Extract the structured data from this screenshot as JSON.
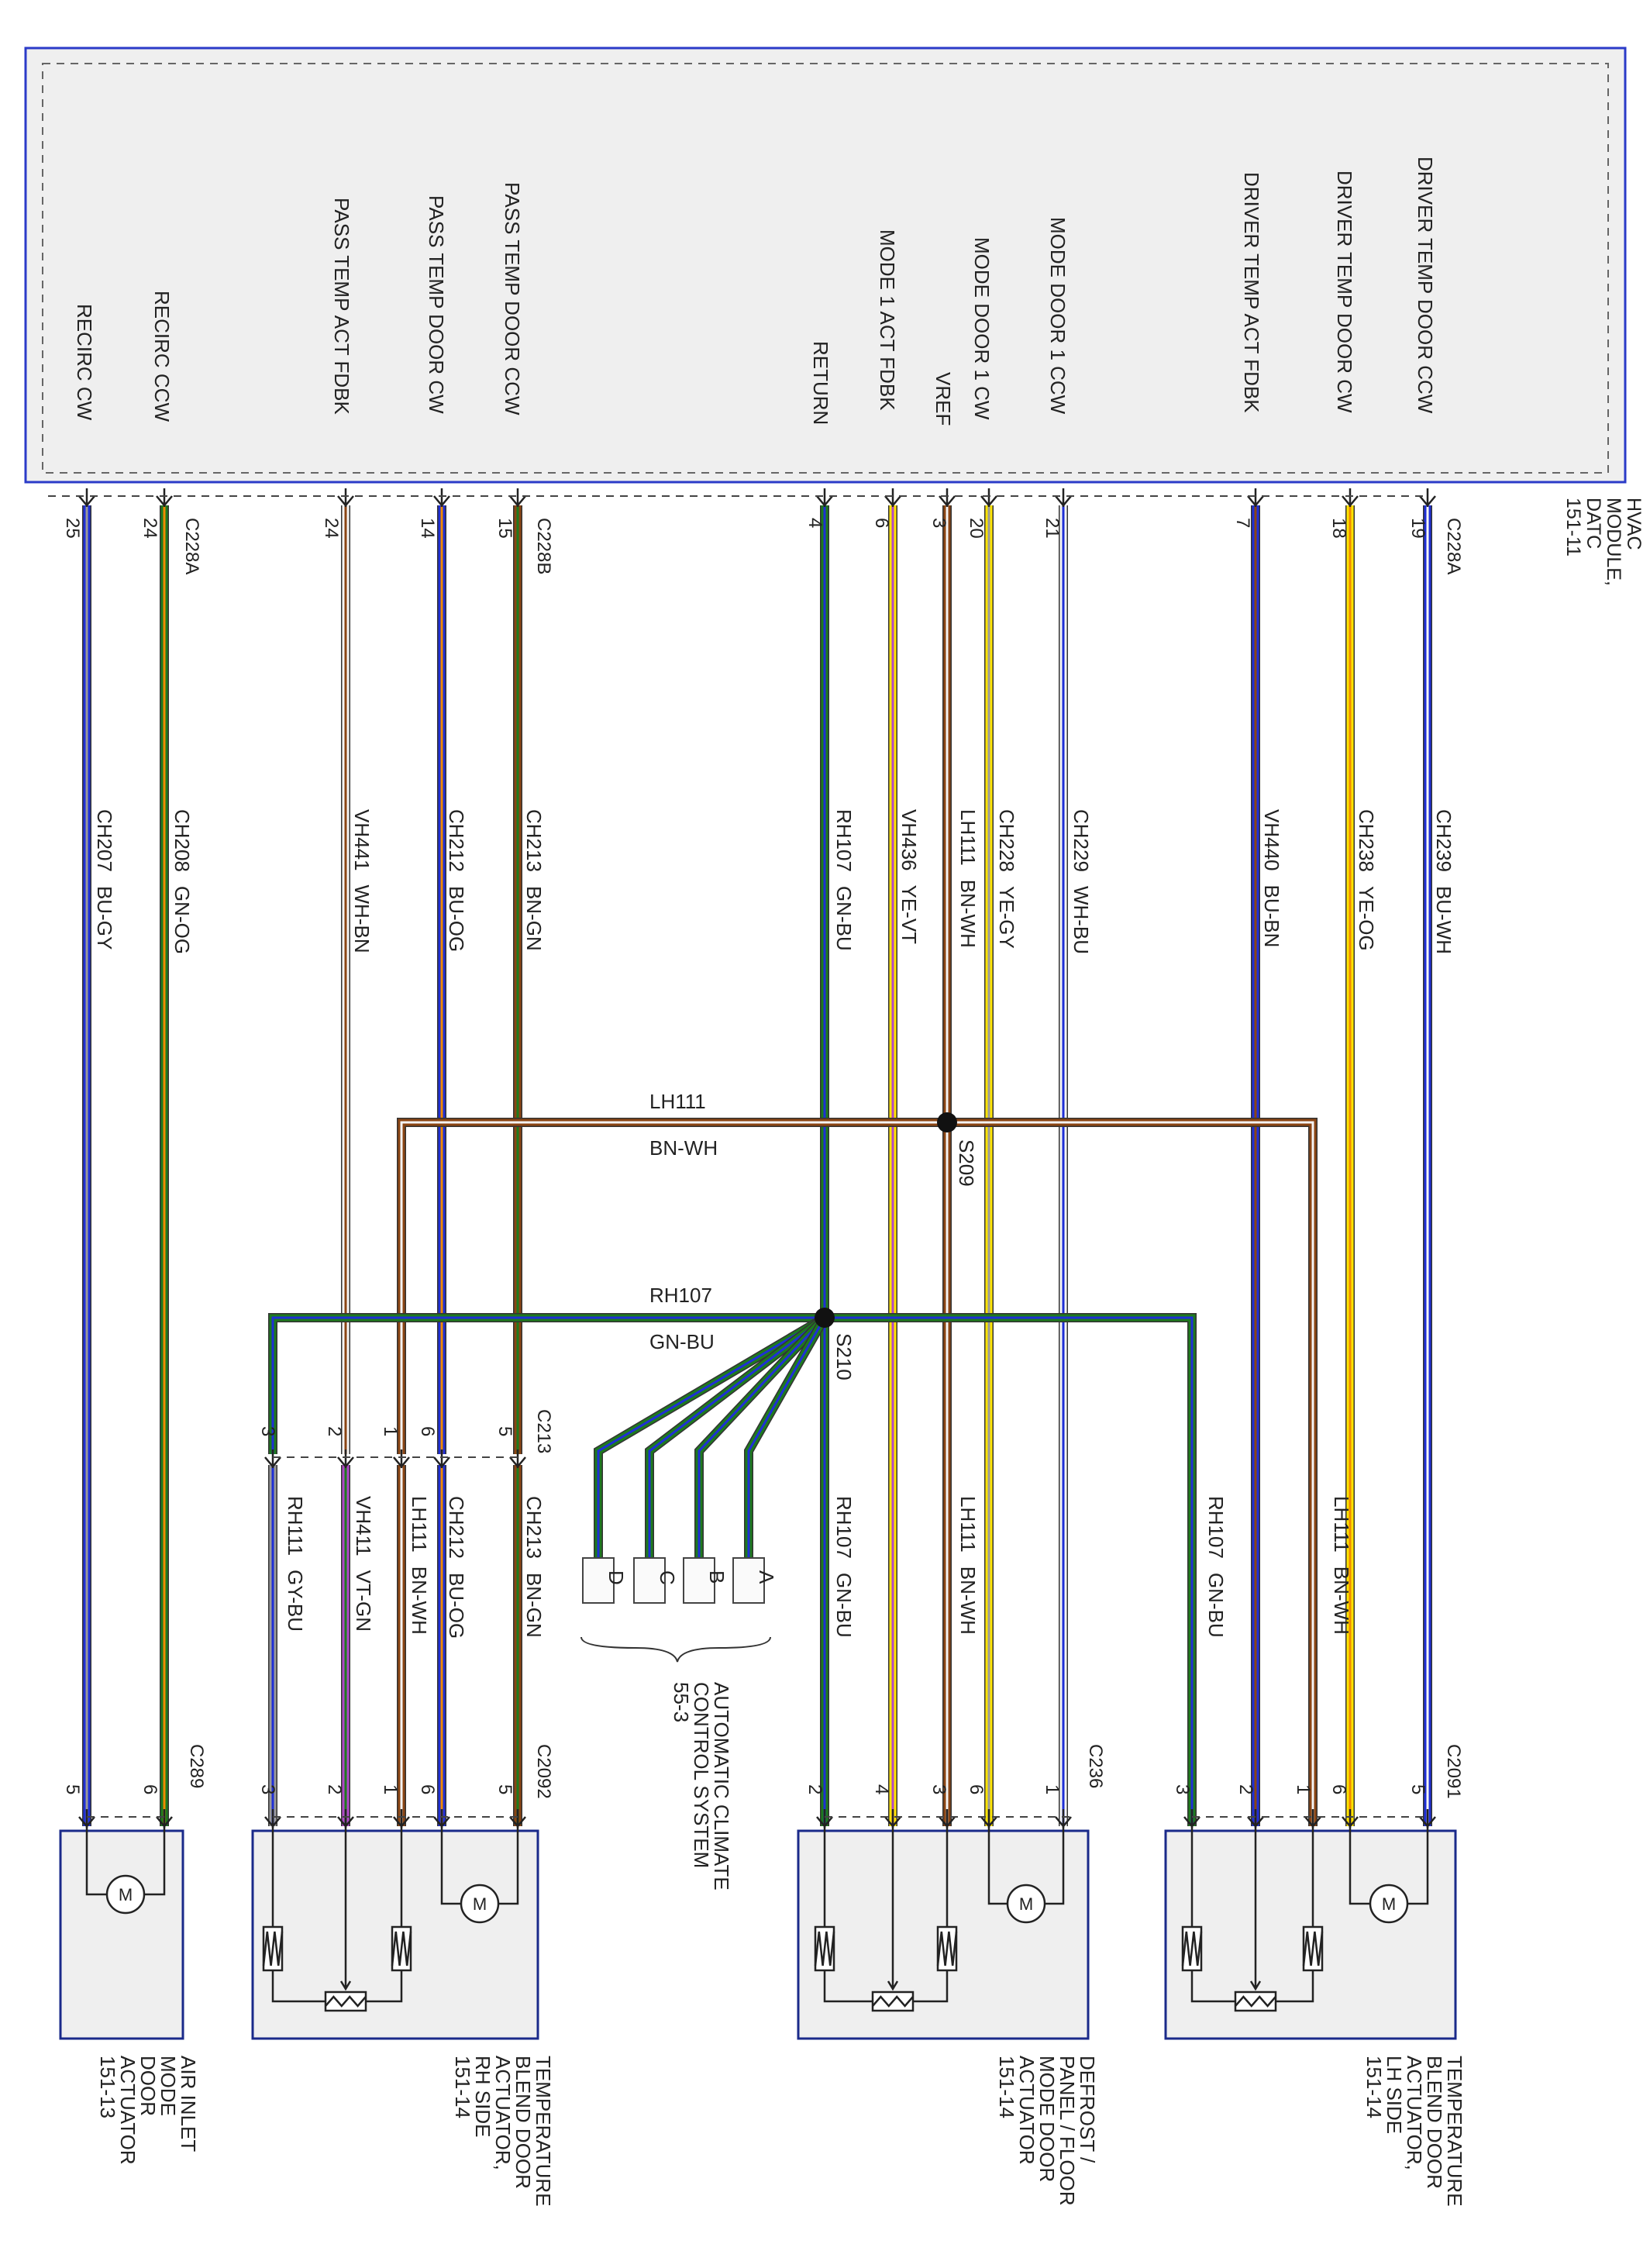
{
  "module": {
    "name_lines": [
      "HVAC",
      "MODULE,",
      "DATC",
      "151-11"
    ],
    "signals": {
      "recirc_cw": "RECIRC CW",
      "recirc_ccw": "RECIRC CCW",
      "pass_temp_act_fdbk": "PASS TEMP ACT FDBK",
      "pass_temp_door_cw": "PASS TEMP DOOR CW",
      "pass_temp_door_ccw": "PASS TEMP DOOR CCW",
      "return": "RETURN",
      "mode1_act_fdbk": "MODE 1 ACT FDBK",
      "vref": "VREF",
      "mode_door1_cw": "MODE DOOR 1 CW",
      "mode_door1_ccw": "MODE DOOR 1 CCW",
      "driver_temp_act_fdbk": "DRIVER TEMP ACT FDBK",
      "driver_temp_door_cw": "DRIVER TEMP DOOR CW",
      "driver_temp_door_ccw": "DRIVER TEMP DOOR CCW"
    }
  },
  "connectors": {
    "c228a_left": "C228A",
    "c228b": "C228B",
    "c228a_right": "C228A",
    "c213": "C213",
    "c289": "C289",
    "c2092": "C2092",
    "c236": "C236",
    "c2091": "C2091"
  },
  "pins": {
    "top": [
      "25",
      "24",
      "24",
      "14",
      "15",
      "4",
      "6",
      "3",
      "20",
      "21",
      "7",
      "18",
      "19"
    ],
    "c213": [
      "3",
      "2",
      "1",
      "6",
      "5"
    ],
    "c289": [
      "5",
      "6"
    ],
    "c2092": [
      "3",
      "2",
      "1",
      "6",
      "5"
    ],
    "c236": [
      "2",
      "4",
      "3",
      "6",
      "1"
    ],
    "c2091": [
      "3",
      "2",
      "1",
      "6",
      "5"
    ]
  },
  "wires": {
    "ch207": {
      "circuit": "CH207",
      "color": "BU-GY"
    },
    "ch208": {
      "circuit": "CH208",
      "color": "GN-OG"
    },
    "vh441": {
      "circuit": "VH441",
      "color": "WH-BN"
    },
    "ch212": {
      "circuit": "CH212",
      "color": "BU-OG"
    },
    "ch213": {
      "circuit": "CH213",
      "color": "BN-GN"
    },
    "rh107": {
      "circuit": "RH107",
      "color": "GN-BU"
    },
    "vh436": {
      "circuit": "VH436",
      "color": "YE-VT"
    },
    "lh111": {
      "circuit": "LH111",
      "color": "BN-WH"
    },
    "ch228": {
      "circuit": "CH228",
      "color": "YE-GY"
    },
    "ch229": {
      "circuit": "CH229",
      "color": "WH-BU"
    },
    "vh440": {
      "circuit": "VH440",
      "color": "BU-BN"
    },
    "ch238": {
      "circuit": "CH238",
      "color": "YE-OG"
    },
    "ch239": {
      "circuit": "CH239",
      "color": "BU-WH"
    },
    "rh111": {
      "circuit": "RH111",
      "color": "GY-BU"
    },
    "vh411": {
      "circuit": "VH411",
      "color": "VT-GN"
    }
  },
  "splices": {
    "s209": "S209",
    "s210": "S210"
  },
  "ground_pins": [
    "D",
    "C",
    "B",
    "A"
  ],
  "components": {
    "air_inlet": [
      "AIR INLET",
      "MODE",
      "DOOR",
      "ACTUATOR",
      "151-13"
    ],
    "temp_rh": [
      "TEMPERATURE",
      "BLEND DOOR",
      "ACTUATOR,",
      "RH SIDE",
      "151-14"
    ],
    "defrost": [
      "DEFROST /",
      "PANEL / FLOOR",
      "MODE DOOR",
      "ACTUATOR",
      "151-14"
    ],
    "temp_lh": [
      "TEMPERATURE",
      "BLEND DOOR",
      "ACTUATOR,",
      "LH SIDE",
      "151-14"
    ],
    "acc": [
      "AUTOMATIC CLIMATE",
      "CONTROL SYSTEM",
      "55-3"
    ]
  },
  "motor_symbol": "M",
  "colors": {
    "BU": "#1f2fd6",
    "GN": "#1e7a1e",
    "GY": "#9a9a9a",
    "OG": "#f08a00",
    "WH": "#f4f4f4",
    "BN": "#8b4513",
    "YE": "#ffe400",
    "VT": "#b048c8",
    "module_border": "#2b3bc8",
    "box_border": "#1a2a8a",
    "box_fill": "#efefef"
  }
}
